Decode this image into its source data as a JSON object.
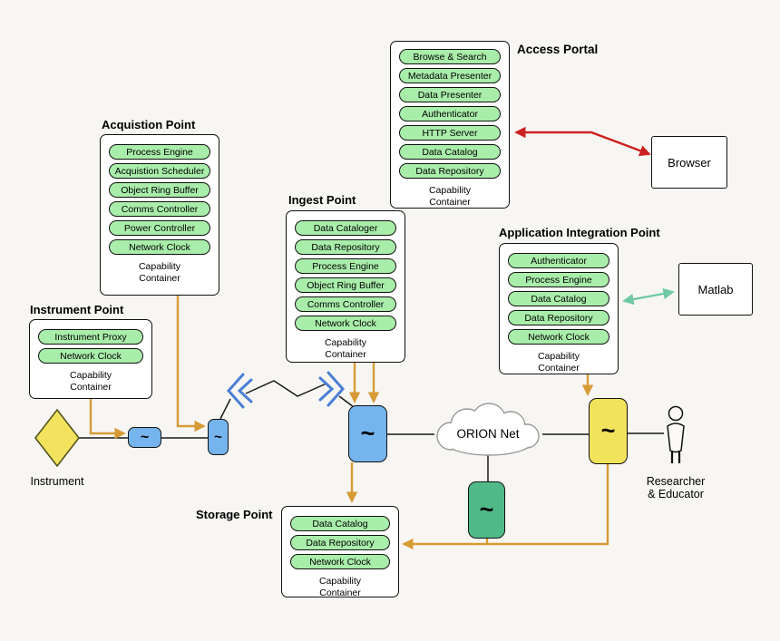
{
  "colors": {
    "background": "#f7f6f3",
    "pill_green": "#a9edaa",
    "node_blue": "#76b4ee",
    "node_green": "#4fba88",
    "node_yellow": "#f1e35c",
    "diamond_yellow": "#f2e25e",
    "line_orange": "#d79b36",
    "arrow_red": "#cc2222",
    "arrow_green": "#6fc9a3",
    "chevron_blue": "#4a7fd4"
  },
  "containers": {
    "acquisition": {
      "title": "Acquistion Point",
      "items": [
        "Process Engine",
        "Acquistion Scheduler",
        "Object Ring Buffer",
        "Comms Controller",
        "Power Controller",
        "Network Clock"
      ],
      "footer": "Capability Container"
    },
    "instrument": {
      "title": "Instrument Point",
      "items": [
        "Instrument Proxy",
        "Network Clock"
      ],
      "footer": "Capability Container"
    },
    "ingest": {
      "title": "Ingest Point",
      "items": [
        "Data Cataloger",
        "Data Repository",
        "Process Engine",
        "Object Ring Buffer",
        "Comms Controller",
        "Network Clock"
      ],
      "footer": "Capability Container"
    },
    "access_portal": {
      "title": "Access Portal",
      "items": [
        "Browse & Search",
        "Metadata Presenter",
        "Data Presenter",
        "Authenticator",
        "HTTP Server",
        "Data Catalog",
        "Data Repository"
      ],
      "footer": "Capability Container"
    },
    "app_integration": {
      "title": "Application Integration Point",
      "items": [
        "Authenticator",
        "Process Engine",
        "Data Catalog",
        "Data Repository",
        "Network Clock"
      ],
      "footer": "Capability Container"
    },
    "storage": {
      "title": "Storage Point",
      "items": [
        "Data Catalog",
        "Data Repository",
        "Network Clock"
      ],
      "footer": "Capability Container"
    }
  },
  "external_nodes": {
    "browser_label": "Browser",
    "matlab_label": "Matlab"
  },
  "network": {
    "cloud_label": "ORION Net"
  },
  "node_symbol": "~",
  "labels": {
    "instrument": "Instrument",
    "researcher": "Researcher\n& Educator"
  }
}
